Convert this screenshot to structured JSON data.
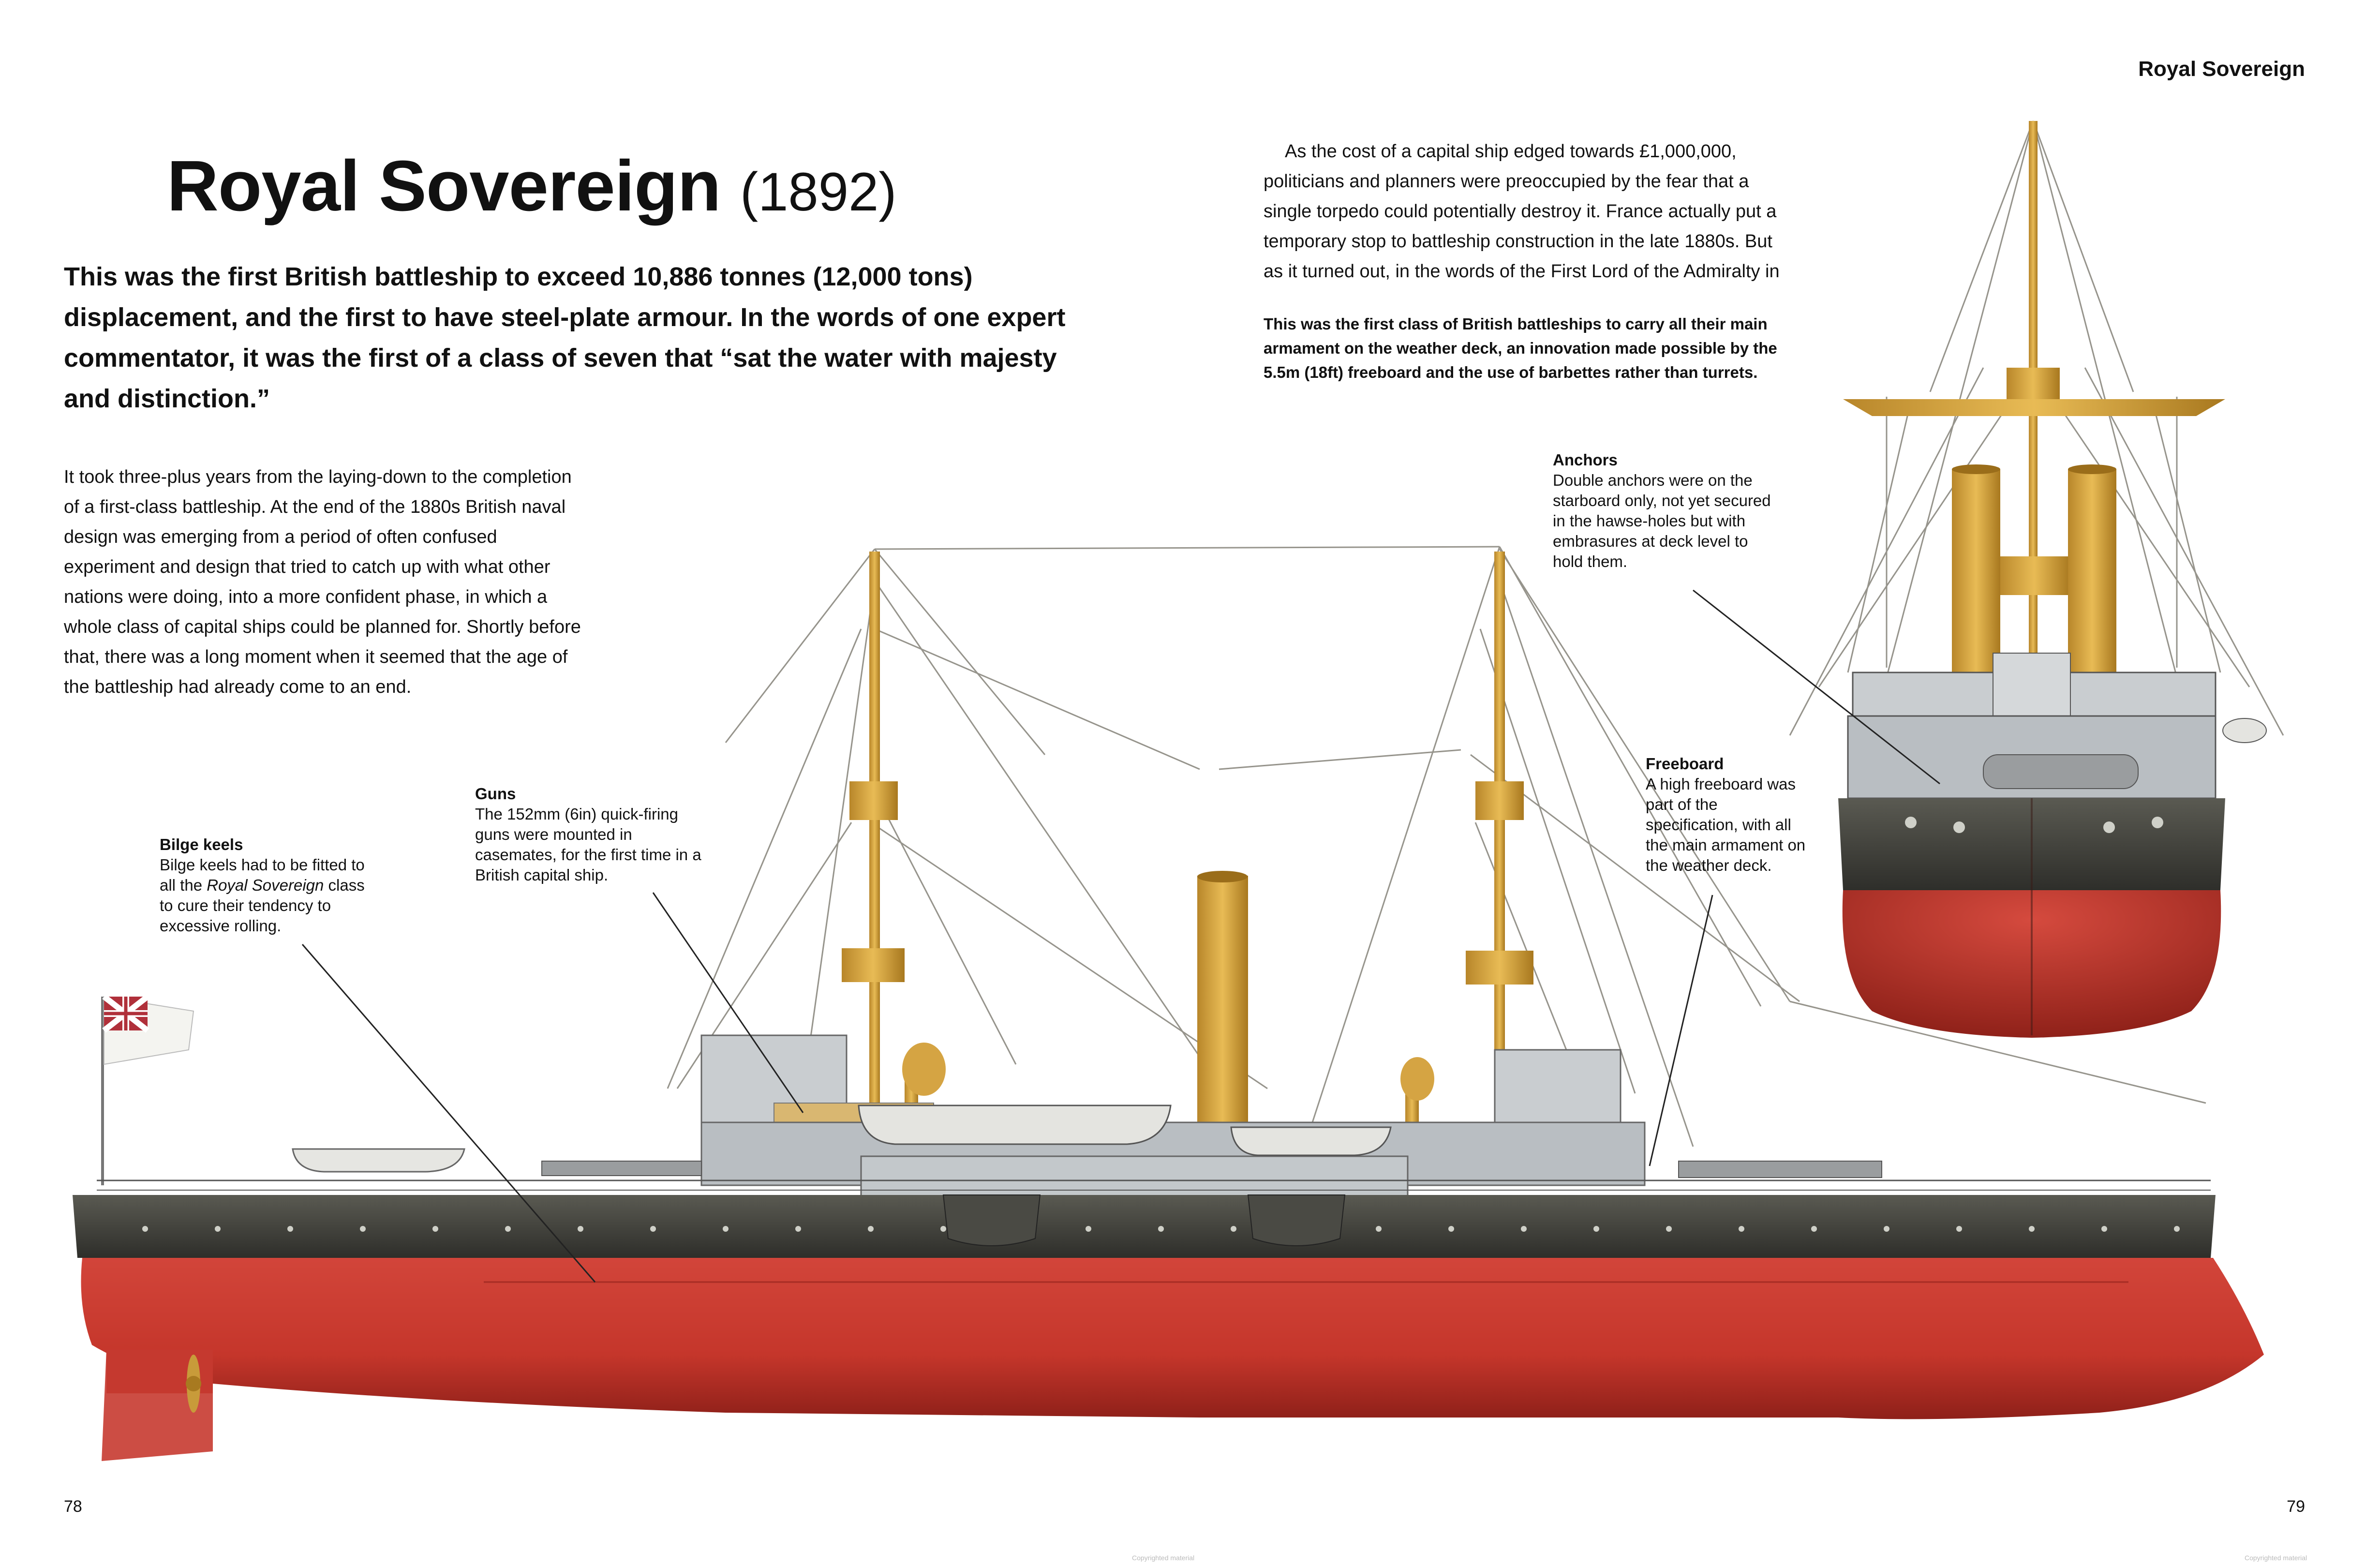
{
  "running_head": "Royal Sovereign",
  "title": {
    "name": "Royal Sovereign",
    "year": "(1892)"
  },
  "standfirst": "This was the first British battleship to exceed 10,886 tonnes (12,000 tons) displacement, and the first to have steel-plate armour. In the words of one expert commentator, it was the first of a class of seven that “sat the water with majesty and distinction.”",
  "body_left": "It took three-plus years from the laying-down to the completion of a first-class battleship. At the end of the 1880s British naval design was emerging from a period of often confused experiment and design that tried to catch up with what other nations were doing, into a more confident phase, in which a whole class of capital ships could be planned for. Shortly before that, there was a long moment when it seemed that the age of the battleship had already come to an end.",
  "body_right": "As the cost of a capital ship edged towards £1,000,000, politicians and planners were preoccupied by the fear that a single torpedo could potentially destroy it. France actually put a temporary stop to battleship construction in the late 1880s. But as it turned out, in the words of the First Lord of the Admiralty in",
  "main_caption": "This was the first class of British battleships to carry all their main armament on the weather deck, an innovation made possible by the 5.5m (18ft) freeboard and the use of barbettes rather than turrets.",
  "callouts": {
    "bilge_keels": {
      "title": "Bilge keels",
      "text_before": "Bilge keels had to be fitted to all the ",
      "text_italic": "Royal Sovereign",
      "text_after": " class to cure their tendency to excessive rolling."
    },
    "guns": {
      "title": "Guns",
      "text": "The 152mm (6in) quick-firing guns were mounted in casemates, for the first time in a British capital ship."
    },
    "anchors": {
      "title": "Anchors",
      "text": "Double anchors were on the starboard only, not yet secured in the hawse-holes but with embrasures at deck level to hold them."
    },
    "freeboard": {
      "title": "Freeboard",
      "text": "A high freeboard was part of the specification, with all the main armament on the weather deck."
    }
  },
  "folios": {
    "left": "78",
    "right": "79"
  },
  "copyright": {
    "left": "Copyrighted material",
    "right": "Copyrighted material"
  },
  "colors": {
    "hull_red": "#c5362b",
    "hull_dark": "#3a3a35",
    "superstructure": "#b9bec2",
    "masts_funnels": "#d8a63a",
    "text": "#111111"
  }
}
